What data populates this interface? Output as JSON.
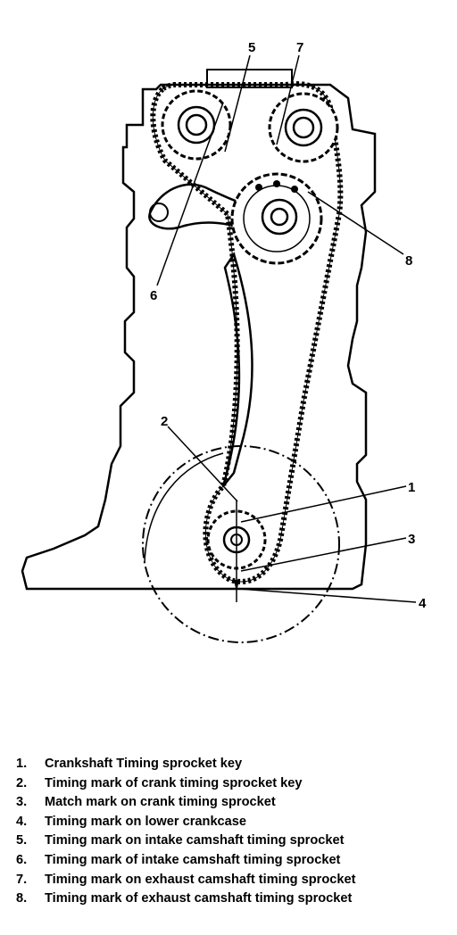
{
  "callouts": {
    "c1": "1",
    "c2": "2",
    "c3": "3",
    "c4": "4",
    "c5": "5",
    "c6": "6",
    "c7": "7",
    "c8": "8"
  },
  "legend": [
    {
      "num": "1.",
      "text": "Crankshaft Timing sprocket key"
    },
    {
      "num": "2.",
      "text": "Timing mark of crank timing sprocket key"
    },
    {
      "num": "3.",
      "text": "Match mark on crank timing sprocket"
    },
    {
      "num": "4.",
      "text": "Timing mark on lower crankcase"
    },
    {
      "num": "5.",
      "text": "Timing mark on intake camshaft timing sprocket"
    },
    {
      "num": "6.",
      "text": "Timing mark of intake camshaft timing sprocket"
    },
    {
      "num": "7.",
      "text": "Timing mark on exhaust camshaft timing sprocket"
    },
    {
      "num": "8.",
      "text": "Timing mark of exhaust camshaft timing sprocket"
    }
  ]
}
